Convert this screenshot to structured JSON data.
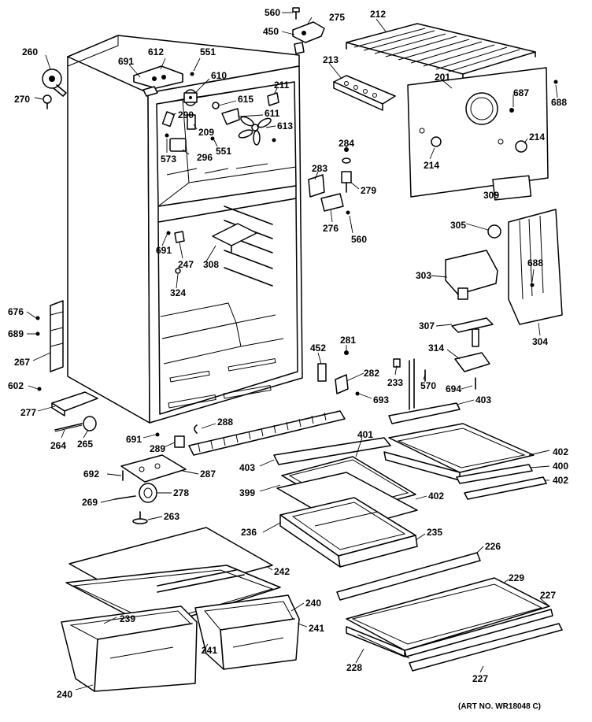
{
  "caption": "(ART NO. WR18048 C)",
  "callouts": [
    {
      "id": "c560a",
      "text": "560"
    },
    {
      "id": "c275",
      "text": "275"
    },
    {
      "id": "c212",
      "text": "212"
    },
    {
      "id": "c450",
      "text": "450"
    },
    {
      "id": "c260",
      "text": "260"
    },
    {
      "id": "c270",
      "text": "270"
    },
    {
      "id": "c691a",
      "text": "691"
    },
    {
      "id": "c612",
      "text": "612"
    },
    {
      "id": "c551a",
      "text": "551"
    },
    {
      "id": "c610",
      "text": "610"
    },
    {
      "id": "c211",
      "text": "211"
    },
    {
      "id": "c615",
      "text": "615"
    },
    {
      "id": "c611",
      "text": "611"
    },
    {
      "id": "c290",
      "text": "290"
    },
    {
      "id": "c209",
      "text": "209"
    },
    {
      "id": "c613",
      "text": "613"
    },
    {
      "id": "c551b",
      "text": "551"
    },
    {
      "id": "c573",
      "text": "573"
    },
    {
      "id": "c296",
      "text": "296"
    },
    {
      "id": "c213",
      "text": "213"
    },
    {
      "id": "c201",
      "text": "201"
    },
    {
      "id": "c687",
      "text": "687"
    },
    {
      "id": "c688a",
      "text": "688"
    },
    {
      "id": "c214a",
      "text": "214"
    },
    {
      "id": "c214b",
      "text": "214"
    },
    {
      "id": "c284",
      "text": "284"
    },
    {
      "id": "c283",
      "text": "283"
    },
    {
      "id": "c279",
      "text": "279"
    },
    {
      "id": "c276",
      "text": "276"
    },
    {
      "id": "c560b",
      "text": "560"
    },
    {
      "id": "c309",
      "text": "309"
    },
    {
      "id": "c305",
      "text": "305"
    },
    {
      "id": "c303",
      "text": "303"
    },
    {
      "id": "c688b",
      "text": "688"
    },
    {
      "id": "c304",
      "text": "304"
    },
    {
      "id": "c307",
      "text": "307"
    },
    {
      "id": "c691b",
      "text": "691"
    },
    {
      "id": "c247",
      "text": "247"
    },
    {
      "id": "c308",
      "text": "308"
    },
    {
      "id": "c324",
      "text": "324"
    },
    {
      "id": "c676",
      "text": "676"
    },
    {
      "id": "c689",
      "text": "689"
    },
    {
      "id": "c267",
      "text": "267"
    },
    {
      "id": "c602",
      "text": "602"
    },
    {
      "id": "c277",
      "text": "277"
    },
    {
      "id": "c452",
      "text": "452"
    },
    {
      "id": "c281",
      "text": "281"
    },
    {
      "id": "c282",
      "text": "282"
    },
    {
      "id": "c233",
      "text": "233"
    },
    {
      "id": "c570",
      "text": "570"
    },
    {
      "id": "c314",
      "text": "314"
    },
    {
      "id": "c694",
      "text": "694"
    },
    {
      "id": "c693",
      "text": "693"
    },
    {
      "id": "c403a",
      "text": "403"
    },
    {
      "id": "c264",
      "text": "264"
    },
    {
      "id": "c265",
      "text": "265"
    },
    {
      "id": "c691c",
      "text": "691"
    },
    {
      "id": "c288",
      "text": "288"
    },
    {
      "id": "c289",
      "text": "289"
    },
    {
      "id": "c401",
      "text": "401"
    },
    {
      "id": "c402a",
      "text": "402"
    },
    {
      "id": "c400",
      "text": "400"
    },
    {
      "id": "c402b",
      "text": "402"
    },
    {
      "id": "c403b",
      "text": "403"
    },
    {
      "id": "c692",
      "text": "692"
    },
    {
      "id": "c287",
      "text": "287"
    },
    {
      "id": "c399",
      "text": "399"
    },
    {
      "id": "c402c",
      "text": "402"
    },
    {
      "id": "c269",
      "text": "269"
    },
    {
      "id": "c278",
      "text": "278"
    },
    {
      "id": "c263",
      "text": "263"
    },
    {
      "id": "c236",
      "text": "236"
    },
    {
      "id": "c235",
      "text": "235"
    },
    {
      "id": "c226",
      "text": "226"
    },
    {
      "id": "c242",
      "text": "242"
    },
    {
      "id": "c229",
      "text": "229"
    },
    {
      "id": "c240a",
      "text": "240"
    },
    {
      "id": "c227a",
      "text": "227"
    },
    {
      "id": "c241a",
      "text": "241"
    },
    {
      "id": "c239",
      "text": "239"
    },
    {
      "id": "c241b",
      "text": "241"
    },
    {
      "id": "c228",
      "text": "228"
    },
    {
      "id": "c240b",
      "text": "240"
    },
    {
      "id": "c227b",
      "text": "227"
    }
  ]
}
